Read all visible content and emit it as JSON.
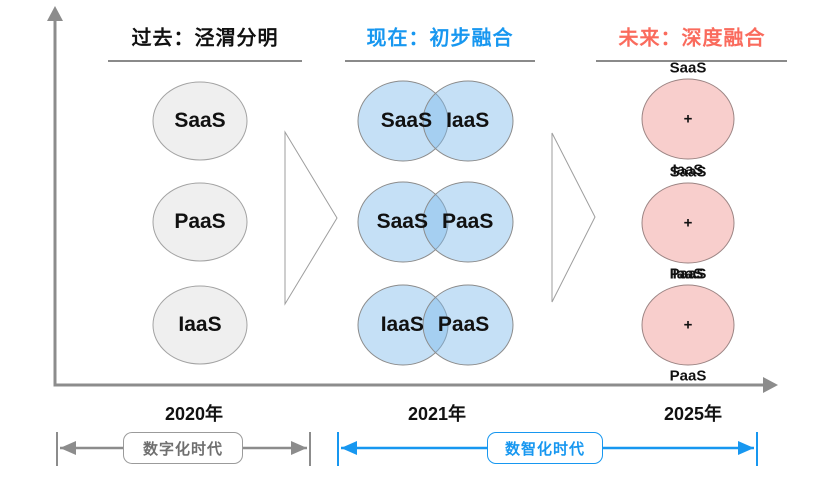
{
  "colors": {
    "accent_blue": "#1797F0",
    "accent_red": "#FA6B5D",
    "axis_gray": "#8C8C8C",
    "circle_gray_fill": "#EFEFEF",
    "circle_blue_fill": "#7EBAEB",
    "circle_pink_fill": "#F8CECC"
  },
  "columns": {
    "past": {
      "title": "过去：泾渭分明",
      "circles": [
        "SaaS",
        "PaaS",
        "IaaS"
      ]
    },
    "present": {
      "title": "现在：初步融合",
      "pairs": [
        {
          "left": "SaaS",
          "right": "IaaS"
        },
        {
          "left": "SaaS",
          "right": "PaaS"
        },
        {
          "left": "IaaS",
          "right": "PaaS"
        }
      ]
    },
    "future": {
      "title": "未来：深度融合",
      "merged": [
        {
          "a": "SaaS",
          "op": "+",
          "b": "IaaS"
        },
        {
          "a": "SaaS",
          "op": "+",
          "b": "PaaS"
        },
        {
          "a": "IaaS",
          "op": "+",
          "b": "PaaS"
        }
      ]
    }
  },
  "timeline": {
    "years": [
      "2020年",
      "2021年",
      "2025年"
    ],
    "digital_era": "数字化时代",
    "smart_era": "数智化时代"
  }
}
